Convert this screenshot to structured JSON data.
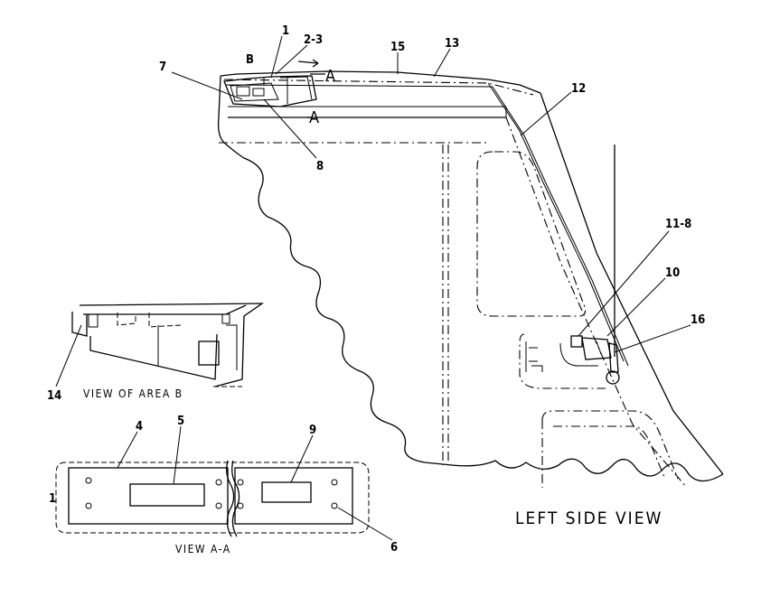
{
  "diagram": {
    "callouts": [
      {
        "id": "c1",
        "text": "1"
      },
      {
        "id": "c2-3",
        "text": "2-3"
      },
      {
        "id": "c7",
        "text": "7"
      },
      {
        "id": "cB",
        "text": "B"
      },
      {
        "id": "c15",
        "text": "15"
      },
      {
        "id": "c13",
        "text": "13"
      },
      {
        "id": "c12",
        "text": "12"
      },
      {
        "id": "c8",
        "text": "8"
      },
      {
        "id": "c11-8",
        "text": "11-8"
      },
      {
        "id": "c10",
        "text": "10"
      },
      {
        "id": "c16",
        "text": "16"
      },
      {
        "id": "c14",
        "text": "14"
      },
      {
        "id": "c4",
        "text": "4"
      },
      {
        "id": "c5",
        "text": "5"
      },
      {
        "id": "c9",
        "text": "9"
      },
      {
        "id": "c6",
        "text": "6"
      },
      {
        "id": "c1b",
        "text": "1"
      }
    ],
    "section_marks": [
      "A",
      "A"
    ],
    "view_labels": {
      "area_b": "VIEW OF AREA B",
      "section_aa": "VIEW A-A",
      "left_side": "LEFT SIDE VIEW"
    }
  }
}
